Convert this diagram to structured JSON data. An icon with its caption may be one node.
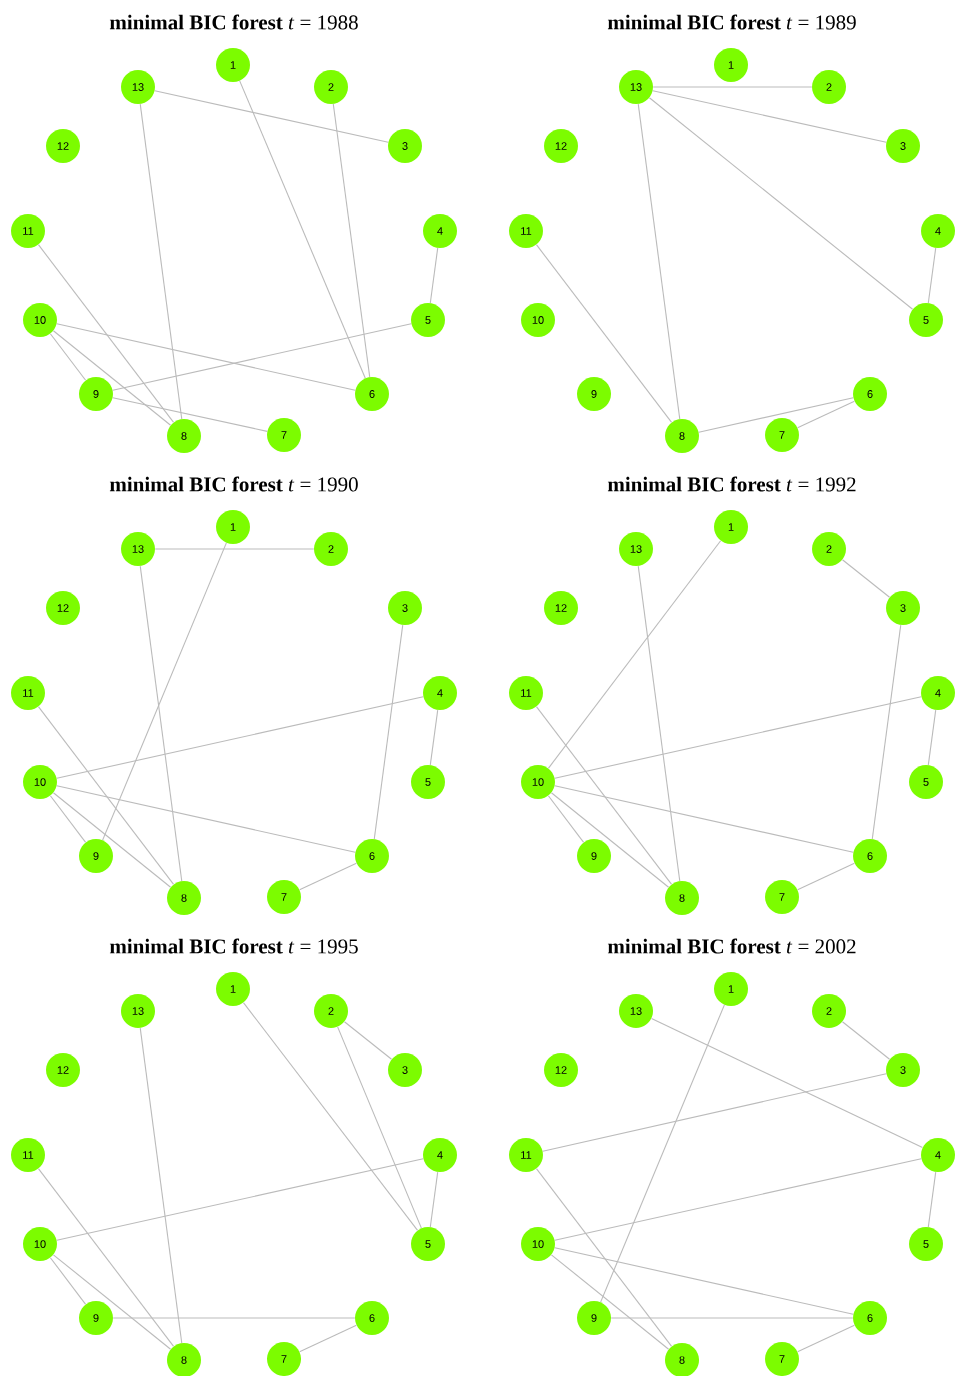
{
  "diagram": {
    "nodes": [
      {
        "text": [
          "1"
        ]
      },
      {
        "text": [
          "2"
        ]
      },
      {
        "text": [
          "3"
        ]
      },
      {
        "text": [
          "4"
        ]
      },
      {
        "text": [
          "5"
        ]
      },
      {
        "text": [
          "6"
        ]
      },
      {
        "text": [
          "7"
        ]
      },
      {
        "text": [
          "8"
        ]
      },
      {
        "text": [
          "9"
        ]
      },
      {
        "text": [
          "10"
        ]
      },
      {
        "text": [
          "11"
        ]
      },
      {
        "text": [
          "12"
        ]
      },
      {
        "text": [
          "13"
        ]
      },
      {
        "text": [
          "1"
        ]
      },
      {
        "text": [
          "2"
        ]
      },
      {
        "text": [
          "3"
        ]
      },
      {
        "text": [
          "4"
        ]
      },
      {
        "text": [
          "5"
        ]
      },
      {
        "text": [
          "6"
        ]
      },
      {
        "text": [
          "7"
        ]
      },
      {
        "text": [
          "8"
        ]
      },
      {
        "text": [
          "9"
        ]
      },
      {
        "text": [
          "10"
        ]
      },
      {
        "text": [
          "11"
        ]
      },
      {
        "text": [
          "12"
        ]
      },
      {
        "text": [
          "13"
        ]
      },
      {
        "text": [
          "1"
        ]
      },
      {
        "text": [
          "2"
        ]
      },
      {
        "text": [
          "3"
        ]
      },
      {
        "text": [
          "4"
        ]
      },
      {
        "text": [
          "5"
        ]
      },
      {
        "text": [
          "6"
        ]
      },
      {
        "text": [
          "7"
        ]
      },
      {
        "text": [
          "8"
        ]
      },
      {
        "text": [
          "9"
        ]
      },
      {
        "text": [
          "10"
        ]
      },
      {
        "text": [
          "11"
        ]
      },
      {
        "text": [
          "12"
        ]
      },
      {
        "text": [
          "13"
        ]
      },
      {
        "text": [
          "1"
        ]
      },
      {
        "text": [
          "2"
        ]
      },
      {
        "text": [
          "3"
        ]
      },
      {
        "text": [
          "4"
        ]
      },
      {
        "text": [
          "5"
        ]
      },
      {
        "text": [
          "6"
        ]
      },
      {
        "text": [
          "7"
        ]
      },
      {
        "text": [
          "8"
        ]
      },
      {
        "text": [
          "9"
        ]
      },
      {
        "text": [
          "10"
        ]
      },
      {
        "text": [
          "11"
        ]
      },
      {
        "text": [
          "12"
        ]
      },
      {
        "text": [
          "13"
        ]
      },
      {
        "text": [
          "1"
        ]
      },
      {
        "text": [
          "2"
        ]
      },
      {
        "text": [
          "3"
        ]
      },
      {
        "text": [
          "4"
        ]
      },
      {
        "text": [
          "5"
        ]
      },
      {
        "text": [
          "6"
        ]
      },
      {
        "text": [
          "7"
        ]
      },
      {
        "text": [
          "8"
        ]
      },
      {
        "text": [
          "9"
        ]
      },
      {
        "text": [
          "10"
        ]
      },
      {
        "text": [
          "11"
        ]
      },
      {
        "text": [
          "12"
        ]
      },
      {
        "text": [
          "13"
        ]
      },
      {
        "text": [
          "1"
        ]
      },
      {
        "text": [
          "2"
        ]
      },
      {
        "text": [
          "3"
        ]
      },
      {
        "text": [
          "4"
        ]
      },
      {
        "text": [
          "5"
        ]
      },
      {
        "text": [
          "6"
        ]
      },
      {
        "text": [
          "7"
        ]
      },
      {
        "text": [
          "8"
        ]
      },
      {
        "text": [
          "9"
        ]
      },
      {
        "text": [
          "10"
        ]
      },
      {
        "text": [
          "11"
        ]
      },
      {
        "text": [
          "12"
        ]
      },
      {
        "text": [
          "13"
        ]
      }
    ],
    "edges": [
      {
        "from": 12,
        "to": 2,
        "arrow": "none"
      },
      {
        "from": 12,
        "to": 7,
        "arrow": "none"
      },
      {
        "from": 0,
        "to": 5,
        "arrow": "none"
      },
      {
        "from": 1,
        "to": 5,
        "arrow": "none"
      },
      {
        "from": 3,
        "to": 4,
        "arrow": "none"
      },
      {
        "from": 4,
        "to": 8,
        "arrow": "none"
      },
      {
        "from": 10,
        "to": 7,
        "arrow": "none"
      },
      {
        "from": 9,
        "to": 5,
        "arrow": "none"
      },
      {
        "from": 9,
        "to": 8,
        "arrow": "none"
      },
      {
        "from": 9,
        "to": 7,
        "arrow": "none"
      },
      {
        "from": 8,
        "to": 6,
        "arrow": "none"
      },
      {
        "from": 25,
        "to": 14,
        "arrow": "none"
      },
      {
        "from": 25,
        "to": 15,
        "arrow": "none"
      },
      {
        "from": 25,
        "to": 17,
        "arrow": "none"
      },
      {
        "from": 25,
        "to": 20,
        "arrow": "none"
      },
      {
        "from": 16,
        "to": 17,
        "arrow": "none"
      },
      {
        "from": 23,
        "to": 20,
        "arrow": "none"
      },
      {
        "from": 20,
        "to": 18,
        "arrow": "none"
      },
      {
        "from": 19,
        "to": 18,
        "arrow": "none"
      },
      {
        "from": 38,
        "to": 27,
        "arrow": "none"
      },
      {
        "from": 38,
        "to": 33,
        "arrow": "none"
      },
      {
        "from": 26,
        "to": 34,
        "arrow": "none"
      },
      {
        "from": 28,
        "to": 31,
        "arrow": "none"
      },
      {
        "from": 29,
        "to": 30,
        "arrow": "none"
      },
      {
        "from": 29,
        "to": 35,
        "arrow": "none"
      },
      {
        "from": 36,
        "to": 33,
        "arrow": "none"
      },
      {
        "from": 35,
        "to": 31,
        "arrow": "none"
      },
      {
        "from": 35,
        "to": 34,
        "arrow": "none"
      },
      {
        "from": 35,
        "to": 33,
        "arrow": "none"
      },
      {
        "from": 32,
        "to": 31,
        "arrow": "none"
      },
      {
        "from": 39,
        "to": 48,
        "arrow": "none"
      },
      {
        "from": 40,
        "to": 41,
        "arrow": "none"
      },
      {
        "from": 41,
        "to": 44,
        "arrow": "none"
      },
      {
        "from": 51,
        "to": 46,
        "arrow": "none"
      },
      {
        "from": 42,
        "to": 48,
        "arrow": "none"
      },
      {
        "from": 42,
        "to": 43,
        "arrow": "none"
      },
      {
        "from": 49,
        "to": 46,
        "arrow": "none"
      },
      {
        "from": 48,
        "to": 44,
        "arrow": "none"
      },
      {
        "from": 48,
        "to": 47,
        "arrow": "none"
      },
      {
        "from": 48,
        "to": 46,
        "arrow": "none"
      },
      {
        "from": 45,
        "to": 44,
        "arrow": "none"
      },
      {
        "from": 52,
        "to": 56,
        "arrow": "none"
      },
      {
        "from": 53,
        "to": 54,
        "arrow": "none"
      },
      {
        "from": 53,
        "to": 56,
        "arrow": "none"
      },
      {
        "from": 64,
        "to": 59,
        "arrow": "none"
      },
      {
        "from": 55,
        "to": 61,
        "arrow": "none"
      },
      {
        "from": 55,
        "to": 56,
        "arrow": "none"
      },
      {
        "from": 62,
        "to": 59,
        "arrow": "none"
      },
      {
        "from": 61,
        "to": 60,
        "arrow": "none"
      },
      {
        "from": 61,
        "to": 59,
        "arrow": "none"
      },
      {
        "from": 60,
        "to": 57,
        "arrow": "none"
      },
      {
        "from": 58,
        "to": 57,
        "arrow": "none"
      },
      {
        "from": 65,
        "to": 73,
        "arrow": "none"
      },
      {
        "from": 66,
        "to": 67,
        "arrow": "none"
      },
      {
        "from": 77,
        "to": 68,
        "arrow": "none"
      },
      {
        "from": 67,
        "to": 75,
        "arrow": "none"
      },
      {
        "from": 68,
        "to": 74,
        "arrow": "none"
      },
      {
        "from": 68,
        "to": 69,
        "arrow": "none"
      },
      {
        "from": 75,
        "to": 72,
        "arrow": "none"
      },
      {
        "from": 74,
        "to": 70,
        "arrow": "none"
      },
      {
        "from": 74,
        "to": 72,
        "arrow": "none"
      },
      {
        "from": 73,
        "to": 70,
        "arrow": "none"
      },
      {
        "from": 71,
        "to": 70,
        "arrow": "none"
      }
    ],
    "labels": [
      "**minimal BIC forest** *t* = 1988",
      "**minimal BIC forest** *t* = 1989",
      "**minimal BIC forest** *t* = 1990",
      "**minimal BIC forest** *t* = 1992",
      "**minimal BIC forest** *t* = 1995",
      "**minimal BIC forest** *t* = 2002"
    ]
  }
}
